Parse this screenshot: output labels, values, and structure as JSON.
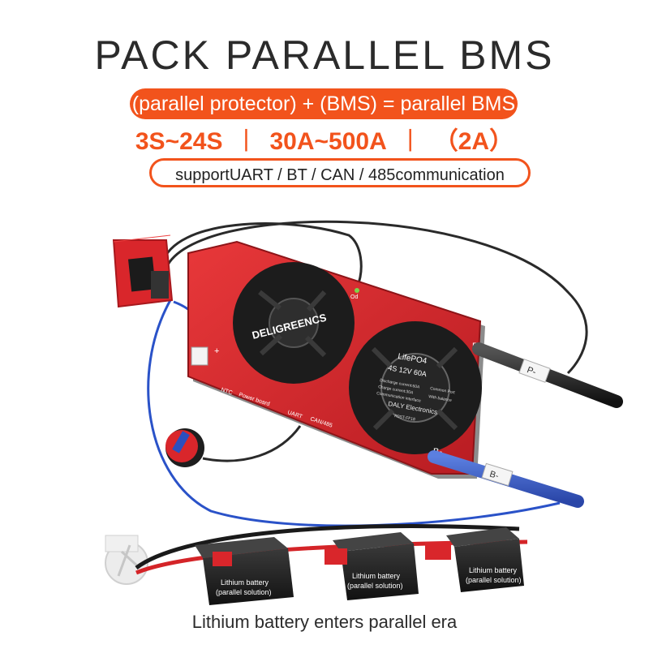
{
  "title": "PACK PARALLEL BMS",
  "banner": "(parallel protector) + (BMS) = parallel BMS",
  "specs": {
    "series": "3S~24S",
    "sep1": "丨",
    "current": "30A~500A",
    "sep2": "丨",
    "parallel_current": "（2A）"
  },
  "comm": "supportUART /  BT / CAN / 485communication",
  "board": {
    "brand": "DELIGREENCS",
    "chem": "LifePO4",
    "spec": "4S 12V 60A",
    "discharge": "Discharge current:60A",
    "charge": "Charge current:30A",
    "interface": "Communication interface",
    "common": "Common Port",
    "balance": "With balance",
    "maker": "DALY Electronics",
    "code": "R0ST-FF18",
    "port_ntc": "NTC",
    "port_power": "Power board",
    "port_uart": "UART",
    "port_can": "CAN/485",
    "port_od": "Od",
    "plus": "+",
    "minus": "-",
    "p_minus": "P-",
    "b_minus": "B-"
  },
  "cable_labels": {
    "p": "P-",
    "b": "B-"
  },
  "batteries": [
    {
      "line1": "Lithium battery",
      "line2": "(parallel solution)"
    },
    {
      "line1": "Lithium battery",
      "line2": "(parallel solution)"
    },
    {
      "line1": "Lithium battery",
      "line2": "(parallel solution)"
    }
  ],
  "footer": "Lithium battery enters parallel era",
  "colors": {
    "accent": "#f2531c",
    "board": "#d9262b",
    "fan": "#1c1c1c"
  }
}
